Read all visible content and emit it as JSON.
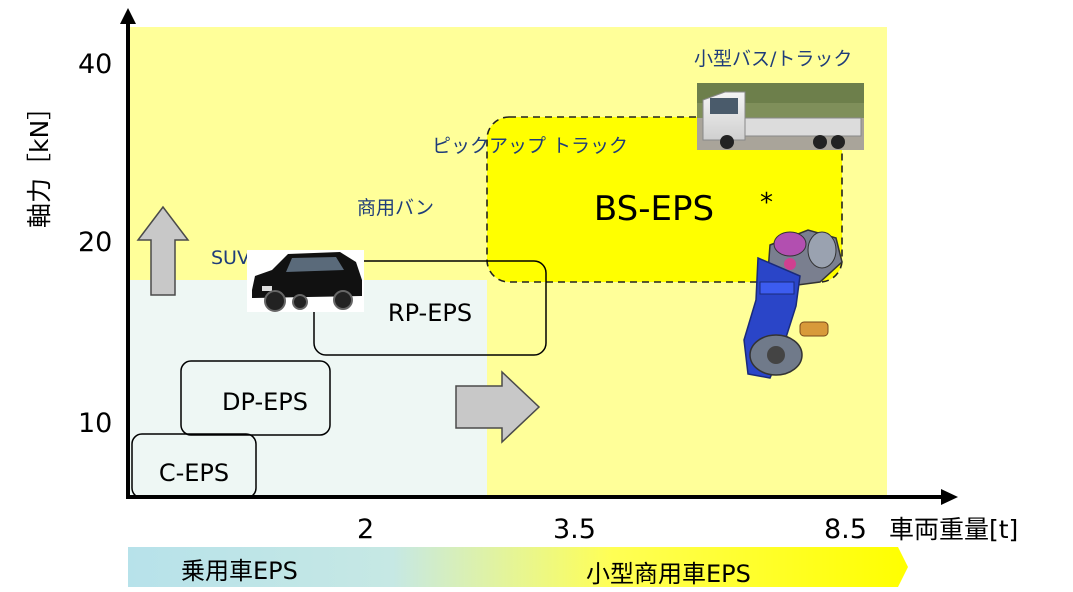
{
  "axes": {
    "y_label": "軸力［kN］",
    "y_ticks": [
      "40",
      "20",
      "10"
    ],
    "x_ticks": [
      "2",
      "3.5",
      "8.5"
    ],
    "x_label": "車両重量[t]"
  },
  "regions": {
    "c_eps": "C-EPS",
    "dp_eps": "DP-EPS",
    "rp_eps": "RP-EPS",
    "bs_eps": "BS-EPS",
    "bs_asterisk": "*"
  },
  "vehicles": {
    "suv": "SUV",
    "van": "商用バン",
    "pickup": "ピックアップ トラック",
    "small_bus_truck": "小型バス/トラック"
  },
  "footer": {
    "passenger": "乗用車EPS",
    "commercial": "小型商用車EPS"
  },
  "colors": {
    "yellow_bg": "#FFFF99",
    "bright_yellow": "#FFFF00",
    "light_blue_bg": "#EEF7F4",
    "arrow_gray": "#C8C8C8",
    "footer_blue": "#B7E2EA",
    "text_navy": "#1F3D7A"
  },
  "icons": [
    "up-arrow-icon",
    "right-arrow-icon",
    "suv-image",
    "truck-image",
    "bs-eps-gear-image"
  ]
}
